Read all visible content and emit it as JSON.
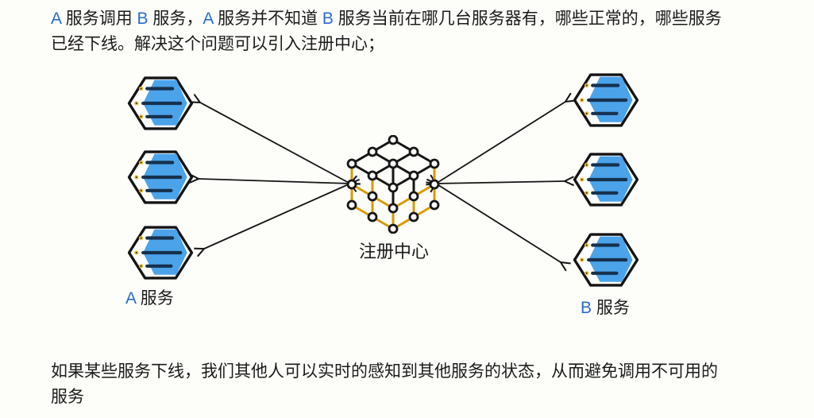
{
  "colors": {
    "page_bg": "#fdfdfa",
    "text_black": "#1b1b1b",
    "accent_blue": "#2b6bd0",
    "hexagon_fill": "#4ba3ea",
    "hexagon_line": "#16314d",
    "dot_yellow": "#edc431",
    "cube_gold": "#d79b04",
    "arrow_black": "#141414"
  },
  "top_paragraph": {
    "line1_segments": [
      {
        "text": "A",
        "highlight": true
      },
      {
        "text": " 服务调用 ",
        "highlight": false
      },
      {
        "text": "B",
        "highlight": true
      },
      {
        "text": " 服务，",
        "highlight": false
      },
      {
        "text": "A",
        "highlight": true
      },
      {
        "text": " 服务并不知道 ",
        "highlight": false
      },
      {
        "text": "B",
        "highlight": true
      },
      {
        "text": " 服务当前在哪几台服务器有，哪些正常的，哪些服务",
        "highlight": false
      }
    ],
    "line2": "已经下线。解决这个问题可以引入注册中心；"
  },
  "diagram": {
    "registry_label": "注册中心",
    "service_a_label_segments": [
      {
        "text": "A",
        "highlight": true
      },
      {
        "text": " 服务",
        "highlight": false
      }
    ],
    "service_b_label_segments": [
      {
        "text": "B",
        "highlight": true
      },
      {
        "text": " 服务",
        "highlight": false
      }
    ],
    "service_a_instance_count": 3,
    "service_b_instance_count": 3,
    "icons": {
      "service_instance": "hexagon-service-icon",
      "registry": "lattice-cube-icon",
      "link": "double-headed-arrow-icon"
    }
  },
  "bottom_paragraph": {
    "line1": "如果某些服务下线，我们其他人可以实时的感知到其他服务的状态，从而避免调用不可用的",
    "line2": "服务"
  }
}
